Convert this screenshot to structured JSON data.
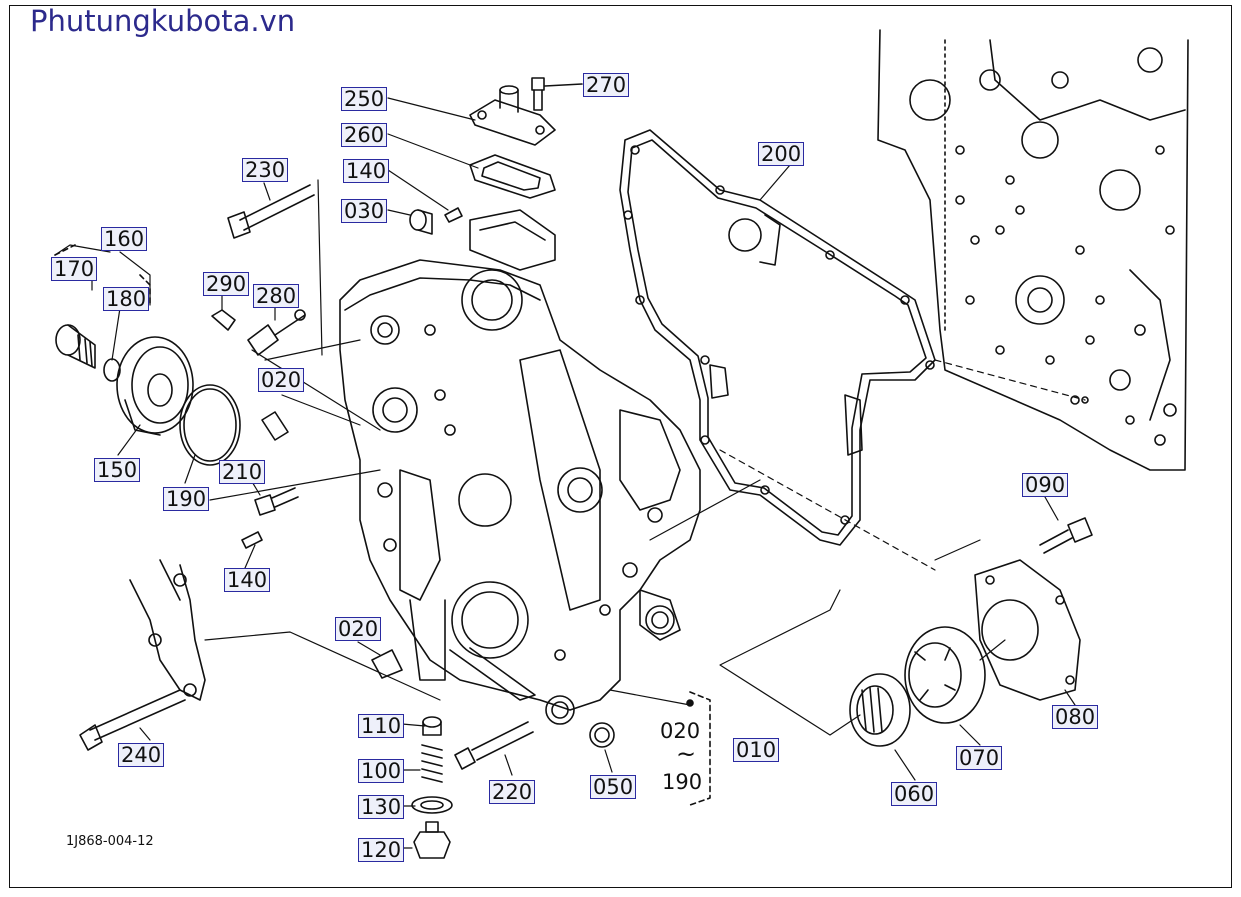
{
  "header": {
    "site_name": "Phutungkubota.vn"
  },
  "footer": {
    "drawing_code": "1J868-004-12"
  },
  "parts": [
    {
      "id": "p250",
      "number": "250"
    },
    {
      "id": "p270",
      "number": "270"
    },
    {
      "id": "p260",
      "number": "260"
    },
    {
      "id": "p140a",
      "number": "140"
    },
    {
      "id": "p030",
      "number": "030"
    },
    {
      "id": "p230",
      "number": "230"
    },
    {
      "id": "p200",
      "number": "200"
    },
    {
      "id": "p160",
      "number": "160"
    },
    {
      "id": "p170",
      "number": "170"
    },
    {
      "id": "p180",
      "number": "180"
    },
    {
      "id": "p290",
      "number": "290"
    },
    {
      "id": "p280",
      "number": "280"
    },
    {
      "id": "p020a",
      "number": "020"
    },
    {
      "id": "p150",
      "number": "150"
    },
    {
      "id": "p210",
      "number": "210"
    },
    {
      "id": "p190",
      "number": "190"
    },
    {
      "id": "p140b",
      "number": "140"
    },
    {
      "id": "p090",
      "number": "090"
    },
    {
      "id": "p020b",
      "number": "020"
    },
    {
      "id": "p110",
      "number": "110"
    },
    {
      "id": "p100",
      "number": "100"
    },
    {
      "id": "p130",
      "number": "130"
    },
    {
      "id": "p120",
      "number": "120"
    },
    {
      "id": "p240",
      "number": "240"
    },
    {
      "id": "p220",
      "number": "220"
    },
    {
      "id": "p050",
      "number": "050"
    },
    {
      "id": "p010",
      "number": "010"
    },
    {
      "id": "p080",
      "number": "080"
    },
    {
      "id": "p070",
      "number": "070"
    },
    {
      "id": "p060",
      "number": "060"
    }
  ],
  "range_note": {
    "from": "020",
    "tilde": "~",
    "to": "190"
  }
}
